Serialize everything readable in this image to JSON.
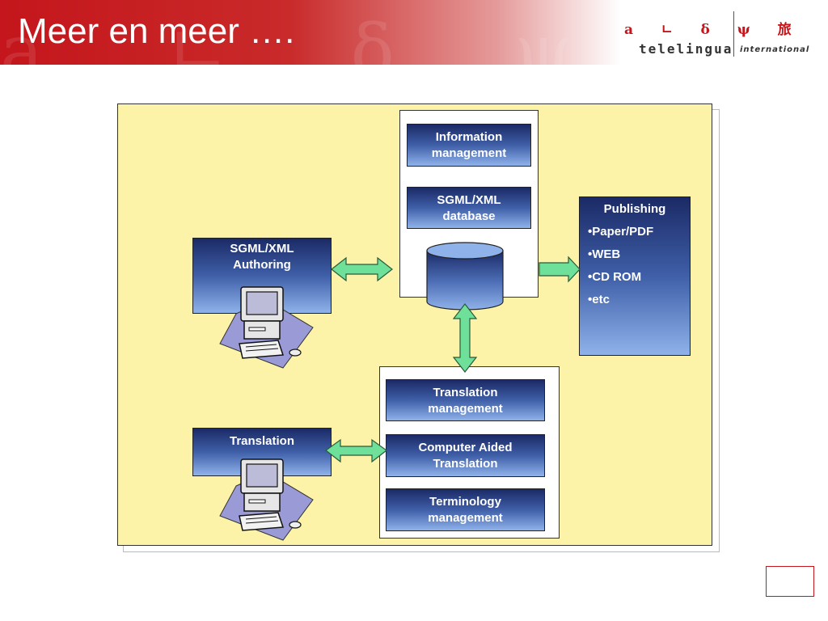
{
  "header": {
    "title": "Meer en meer ….",
    "logo_glyphs": "a ㄴ δ ψ 旅",
    "logo_word": "telelingua",
    "logo_suffix": "international"
  },
  "colors": {
    "brand_red": "#c4161c",
    "panel_bg": "#fcf3a8",
    "box_dark": "#1b2a66",
    "box_light": "#8fb2ea",
    "arrow_green": "#6fe09a"
  },
  "diagram": {
    "authoring": {
      "line1": "SGML/XML",
      "line2": "Authoring"
    },
    "translation": {
      "label": "Translation"
    },
    "info_mgmt": {
      "line1": "Information",
      "line2": "management"
    },
    "sgml_db": {
      "line1": "SGML/XML",
      "line2": "database"
    },
    "trans_mgmt": {
      "line1": "Translation",
      "line2": "management"
    },
    "cat": {
      "line1": "Computer Aided",
      "line2": "Translation"
    },
    "term_mgmt": {
      "line1": "Terminology",
      "line2": "management"
    },
    "publishing": {
      "title": "Publishing",
      "items": [
        "•Paper/PDF",
        "•WEB",
        "•CD ROM",
        "•etc"
      ]
    },
    "icons": [
      "computer-icon",
      "database-cylinder-icon",
      "double-arrow-icon"
    ]
  }
}
